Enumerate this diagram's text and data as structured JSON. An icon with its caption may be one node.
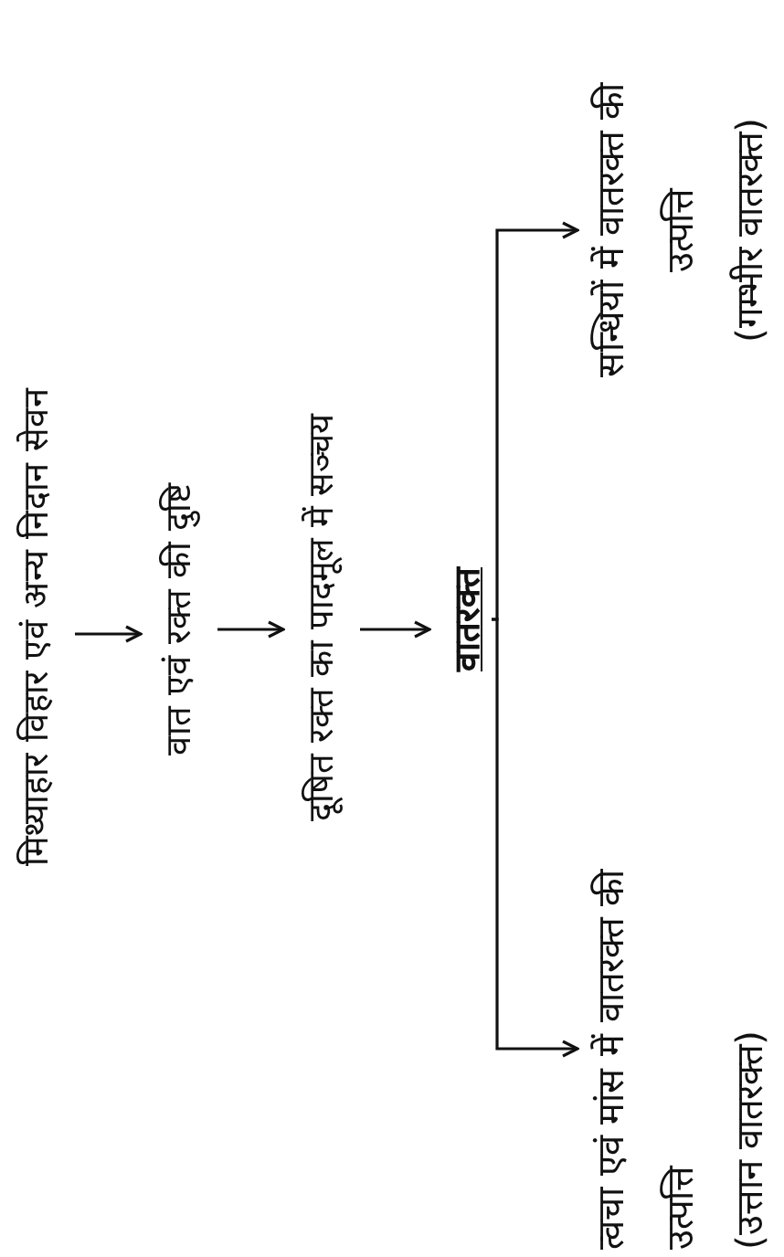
{
  "diagram": {
    "nodes": [
      {
        "text": [
          "मिथ्याहार विहार एवं अन्य निदान सेवन"
        ]
      },
      {
        "text": [
          "वात एवं रक्त की दुष्टि"
        ]
      },
      {
        "text": [
          "दूषित रक्त का पादमूल में सञ्चय"
        ]
      },
      {
        "text": [
          "वातरक्त"
        ]
      },
      {
        "text": [
          "सन्धियों में वातरक्त की उत्पत्ति",
          "(गम्भीर वातरक्त)"
        ]
      },
      {
        "text": [
          "त्वचा एवं मांस में वातरक्त की उत्पत्ति",
          "(उत्तान वातरक्त)"
        ]
      }
    ],
    "edges": [
      {
        "from": 0,
        "to": 1,
        "arrow": "to"
      },
      {
        "from": 1,
        "to": 2,
        "arrow": "to"
      },
      {
        "from": 2,
        "to": 3,
        "arrow": "to"
      },
      {
        "from": 3,
        "to": 4,
        "arrow": "to"
      },
      {
        "from": 3,
        "to": 5,
        "arrow": "to"
      }
    ]
  }
}
